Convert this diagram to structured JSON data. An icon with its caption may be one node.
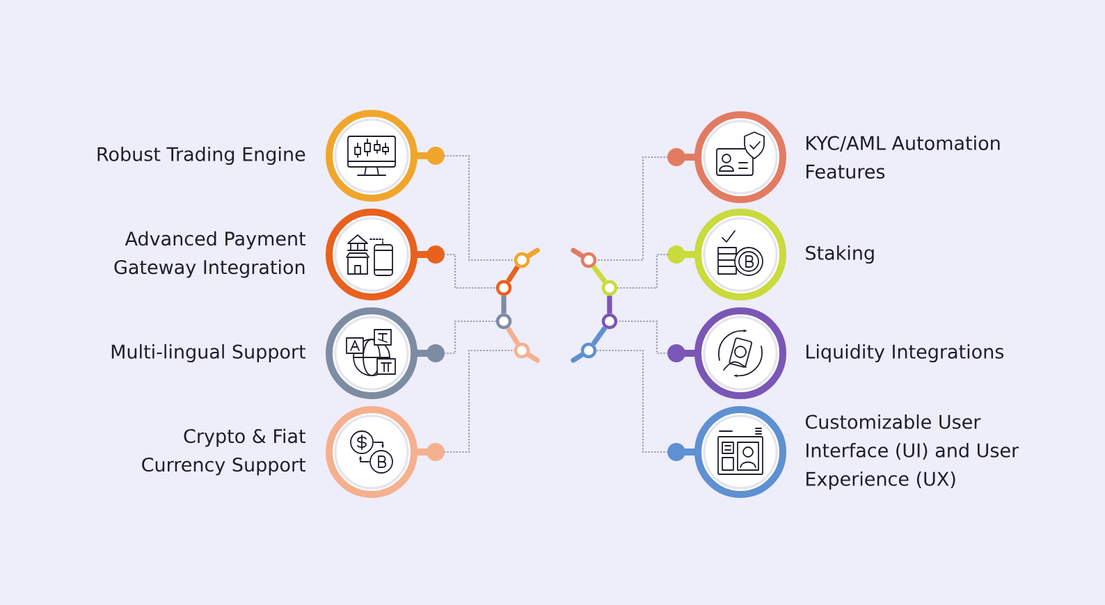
{
  "diagram": {
    "nodes": [
      {
        "text": [],
        "shape": "circle",
        "beside": [
          "Robust Trading Engine"
        ]
      },
      {
        "text": [],
        "shape": "circle",
        "beside": [
          "Advanced Payment Gateway Integration"
        ]
      },
      {
        "text": [],
        "shape": "circle",
        "beside": [
          "Multi-lingual Support"
        ]
      },
      {
        "text": [],
        "shape": "circle",
        "beside": [
          "Crypto & Fiat Currency Support"
        ]
      },
      {
        "text": [],
        "shape": "circle",
        "beside": [
          "KYC/AML Automation Features"
        ]
      },
      {
        "text": [],
        "shape": "circle",
        "beside": [
          "Staking"
        ]
      },
      {
        "text": [],
        "shape": "circle",
        "beside": [
          "Liquidity Integrations"
        ]
      },
      {
        "text": [],
        "shape": "circle",
        "beside": [
          "Customizable User Interface (UI) and User Experience (UX)"
        ]
      },
      {
        "text": [],
        "shape": "circle"
      },
      {
        "text": [],
        "shape": "circle"
      },
      {
        "text": [],
        "shape": "circle"
      },
      {
        "text": [],
        "shape": "circle"
      },
      {
        "text": [],
        "shape": "circle"
      },
      {
        "text": [],
        "shape": "circle"
      },
      {
        "text": [],
        "shape": "circle"
      },
      {
        "text": [],
        "shape": "circle"
      }
    ],
    "edges": [
      {
        "from": 0,
        "to": 8,
        "arrow": "none",
        "style": "dashed"
      },
      {
        "from": 1,
        "to": 9,
        "arrow": "none",
        "style": "dashed"
      },
      {
        "from": 2,
        "to": 10,
        "arrow": "none",
        "style": "dashed"
      },
      {
        "from": 3,
        "to": 11,
        "arrow": "none",
        "style": "dashed"
      },
      {
        "from": 4,
        "to": 12,
        "arrow": "none",
        "style": "dashed"
      },
      {
        "from": 5,
        "to": 13,
        "arrow": "none",
        "style": "dashed"
      },
      {
        "from": 6,
        "to": 14,
        "arrow": "none",
        "style": "dashed"
      },
      {
        "from": 7,
        "to": 15,
        "arrow": "none",
        "style": "dashed"
      },
      {
        "from": 8,
        "to": 9,
        "arrow": "none",
        "style": "thick",
        "color": "#e8611d"
      },
      {
        "from": 9,
        "to": 10,
        "arrow": "none",
        "style": "thick",
        "color": "#7c8ca2"
      },
      {
        "from": 10,
        "to": 11,
        "arrow": "none",
        "style": "thick",
        "color": "#f5b08f"
      },
      {
        "from": 12,
        "to": 13,
        "arrow": "none",
        "style": "thick",
        "color": "#c9db3d"
      },
      {
        "from": 13,
        "to": 14,
        "arrow": "none",
        "style": "thick",
        "color": "#7a56b6"
      },
      {
        "from": 14,
        "to": 15,
        "arrow": "none",
        "style": "thick",
        "color": "#5e90d2"
      }
    ]
  }
}
